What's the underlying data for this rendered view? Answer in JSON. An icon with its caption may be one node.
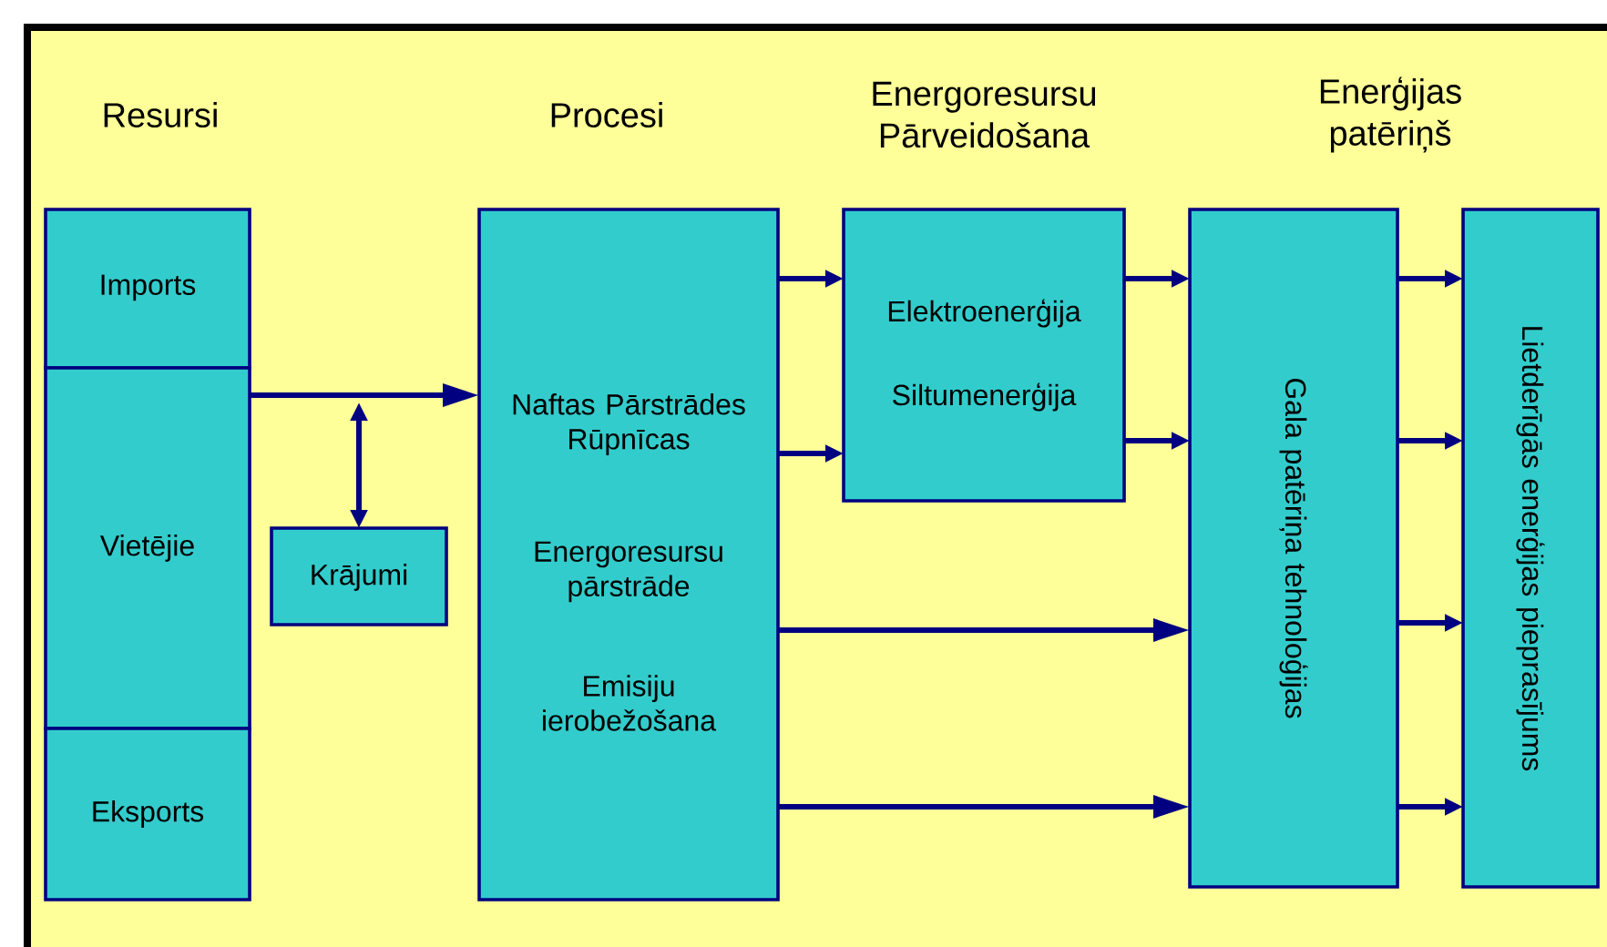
{
  "diagram": {
    "nodes": [
      {
        "text": [
          "Imports"
        ]
      },
      {
        "text": [
          "Vietējie"
        ]
      },
      {
        "text": [
          "Eksports"
        ]
      },
      {
        "text": [
          "Krājumi"
        ]
      },
      {
        "text": [
          "Naftas Pārstrādes Rūpnīcas",
          "Energoresursu pārstrāde",
          "Emisiju ierobežošana"
        ]
      },
      {
        "text": [
          "Elektroenerģija",
          "Siltumenerģija"
        ]
      },
      {
        "text": [
          "Gala patēriņa tehnoloģijas"
        ]
      },
      {
        "text": [
          "Lietderīgās enerģijas pieprasījums"
        ]
      }
    ],
    "edges": [
      {
        "from": 1,
        "to": 4,
        "arrow": "to"
      },
      {
        "from": 3,
        "to": null,
        "arrow": "both"
      },
      {
        "from": 4,
        "to": 5,
        "arrow": "to"
      },
      {
        "from": 4,
        "to": 5,
        "arrow": "to"
      },
      {
        "from": 5,
        "to": 6,
        "arrow": "to"
      },
      {
        "from": 5,
        "to": 6,
        "arrow": "to"
      },
      {
        "from": 4,
        "to": 6,
        "arrow": "to"
      },
      {
        "from": 4,
        "to": 6,
        "arrow": "to"
      },
      {
        "from": 6,
        "to": 7,
        "arrow": "to"
      },
      {
        "from": 6,
        "to": 7,
        "arrow": "to"
      },
      {
        "from": 6,
        "to": 7,
        "arrow": "to"
      },
      {
        "from": 6,
        "to": 7,
        "arrow": "to"
      }
    ],
    "labels": [
      "Resursi",
      "Procesi",
      "Energoresursu Pārveidošana",
      "Enerģijas patēriņš"
    ]
  }
}
